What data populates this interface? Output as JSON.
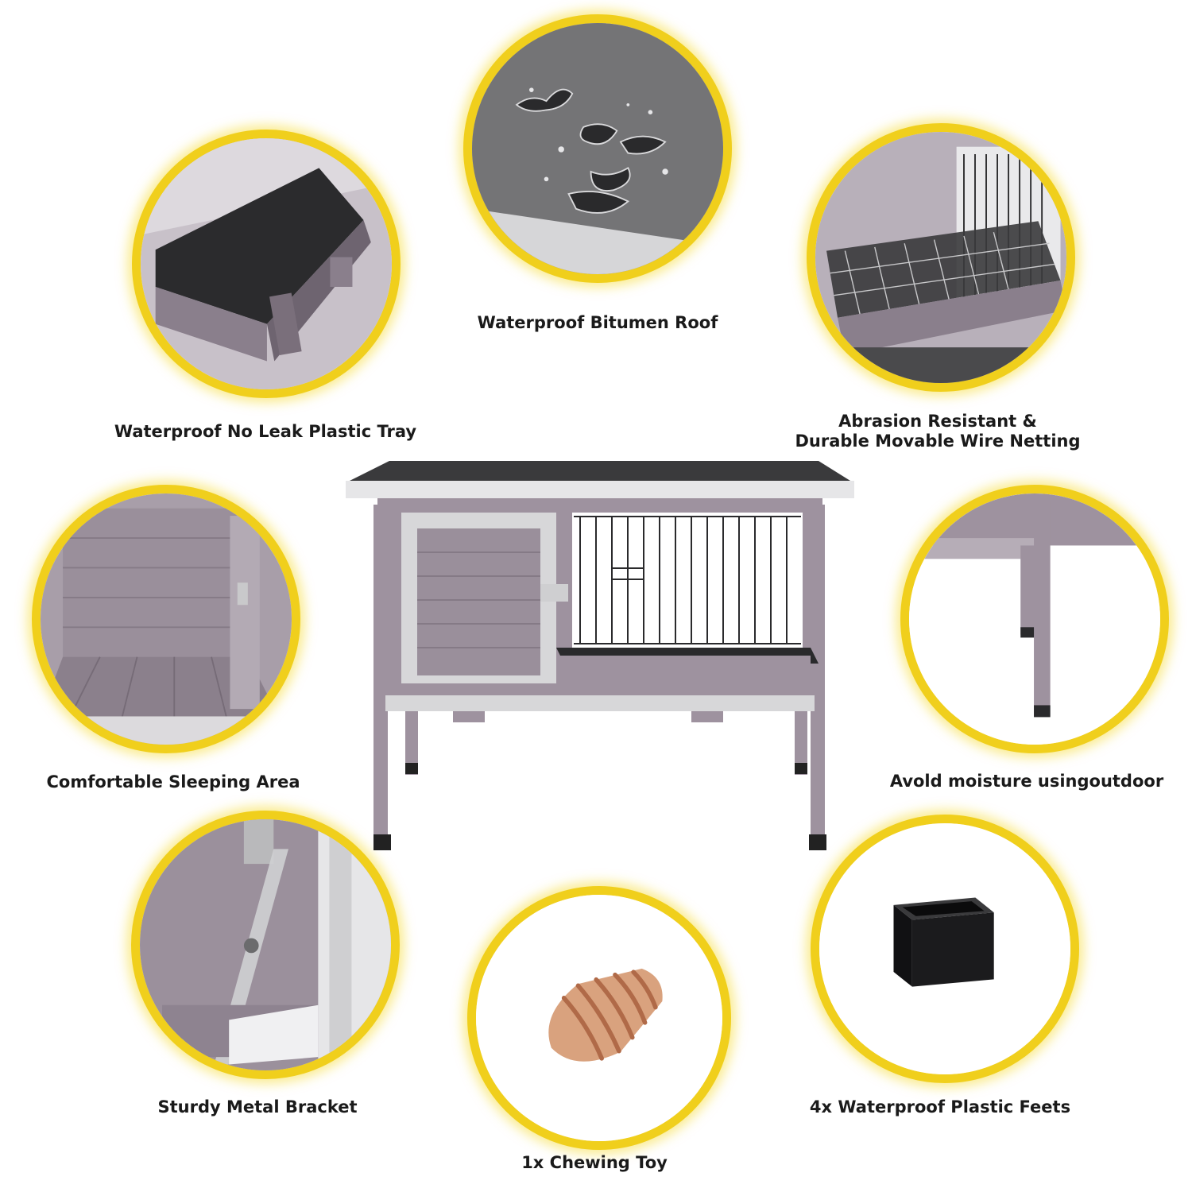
{
  "features": {
    "roof": {
      "caption": "Waterproof Bitumen Roof",
      "icon": "bitumen-roof-icon"
    },
    "tray": {
      "caption": "Waterproof No Leak Plastic Tray",
      "icon": "plastic-tray-icon"
    },
    "wire": {
      "caption_line1": "Abrasion Resistant &",
      "caption_line2": "Durable Movable Wire Netting",
      "icon": "wire-netting-icon"
    },
    "sleep": {
      "caption": "Comfortable Sleeping Area",
      "icon": "sleeping-area-icon"
    },
    "moisture": {
      "caption": "Avold moisture usingoutdoor",
      "icon": "raised-legs-icon"
    },
    "bracket": {
      "caption": "Sturdy Metal Bracket",
      "icon": "metal-bracket-icon"
    },
    "toy": {
      "caption": "1x Chewing Toy",
      "icon": "chewing-toy-icon"
    },
    "feet": {
      "caption": "4x Waterproof Plastic Feets",
      "icon": "plastic-foot-icon"
    }
  },
  "colors": {
    "ring": "#f0cf1c",
    "wood": "#9e929f",
    "trim": "#e4e4e6",
    "roof": "#3a3a3c",
    "text": "#1a1a1a"
  }
}
